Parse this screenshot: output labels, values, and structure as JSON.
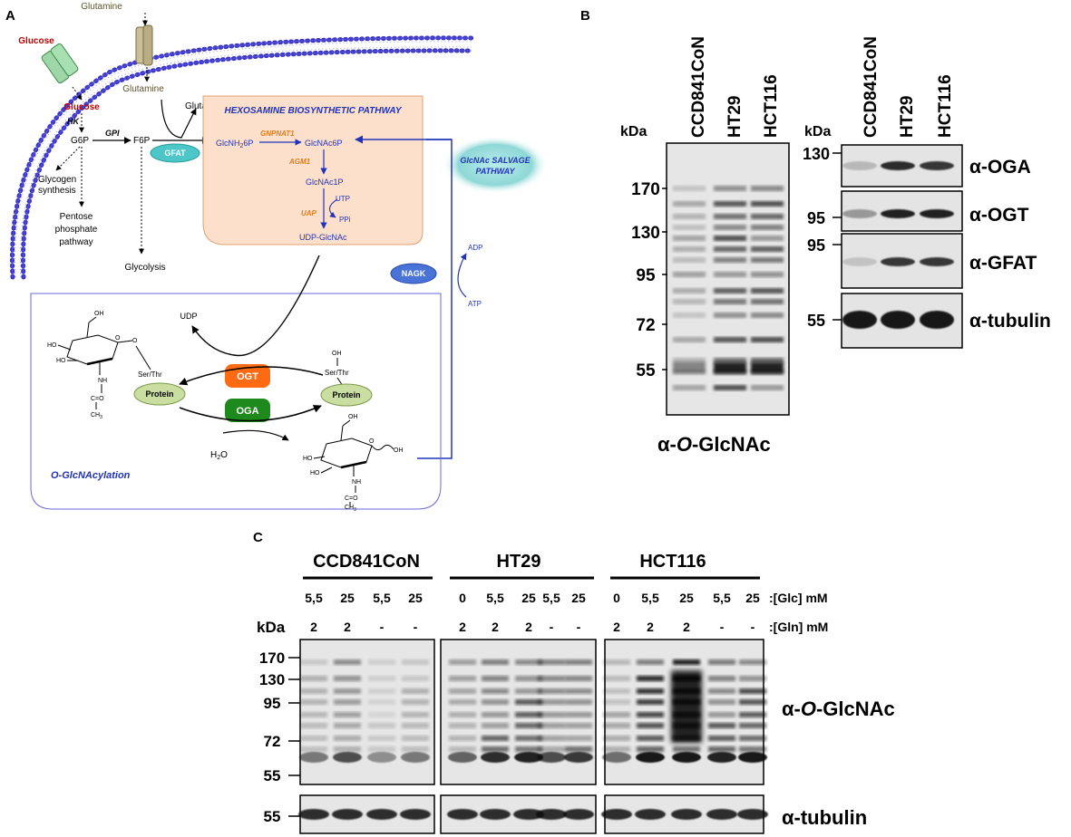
{
  "panel_a": {
    "label": "A",
    "membrane": {
      "glutamine_out": "Glutamine",
      "glucose_out": "Glucose",
      "glucose_in": "Glucose",
      "glutamine_in": "Glutamine"
    },
    "glycolysis": {
      "hk": "HK",
      "g6p": "G6P",
      "gpi": "GPI",
      "f6p": "F6P",
      "glutamate": "Glutamate",
      "gfat": "GFAT",
      "glycogen_1": "Glycogen",
      "glycogen_2": "synthesis",
      "pentose_1": "Pentose",
      "pentose_2": "phosphate",
      "pentose_3": "pathway",
      "glycolysis": "Glycolysis"
    },
    "hbp": {
      "title": "HEXOSAMINE BIOSYNTHETIC PATHWAY",
      "glcnh2_6p_a": "GlcNH",
      "glcnh2_6p_sub": "2",
      "glcnh2_6p_b": "6P",
      "gnpnat1": "GNPNAT1",
      "glcnac6p": "GlcNAc6P",
      "agm1": "AGM1",
      "glcnac1p": "GlcNAc1P",
      "utp": "UTP",
      "uap": "UAP",
      "ppi": "PPi",
      "udp_glcnac": "UDP-GlcNAc"
    },
    "salvage": {
      "line1": "GlcNAc SALVAGE",
      "line2": "PATHWAY",
      "adp": "ADP",
      "atp": "ATP",
      "nagk": "NAGK"
    },
    "cycle": {
      "udp": "UDP",
      "ogt": "OGT",
      "oga": "OGA",
      "protein": "Protein",
      "ser_thr": "Ser/Thr",
      "h2o_a": "H",
      "h2o_sub": "2",
      "h2o_b": "O",
      "title": "O-GlcNAcylation",
      "oh": "OH",
      "o": "O",
      "ho": "HO",
      "nh": "NH",
      "c_eq_o": "C=O",
      "ch3": "CH",
      "ch3_sub": "3"
    }
  },
  "panel_b": {
    "label": "B",
    "kda": "kDa",
    "lanes": [
      "CCD841CoN",
      "HT29",
      "HCT116"
    ],
    "left_markers": [
      "170",
      "130",
      "95",
      "72",
      "55"
    ],
    "left_blot_label_a": "α-",
    "left_blot_label_b": "O",
    "left_blot_label_c": "-GlcNAc",
    "right_blots": [
      {
        "marker": "130",
        "label": "α-OGA"
      },
      {
        "marker": "95",
        "label": "α-OGT"
      },
      {
        "marker": "95",
        "label": "α-GFAT"
      },
      {
        "marker": "55",
        "label": "α-tubulin"
      }
    ]
  },
  "panel_c": {
    "label": "C",
    "kda": "kDa",
    "groups": [
      "CCD841CoN",
      "HT29",
      "HCT116"
    ],
    "glc_values": [
      "5,5",
      "25",
      "5,5",
      "25",
      "0",
      "5,5",
      "25",
      "5,5",
      "25",
      "0",
      "5,5",
      "25",
      "5,5",
      "25"
    ],
    "gln_values": [
      "2",
      "2",
      "-",
      "-",
      "2",
      "2",
      "2",
      "-",
      "-",
      "2",
      "2",
      "2",
      "-",
      "-"
    ],
    "glc_label": ":[Glc] mM",
    "gln_label": ":[Gln] mM",
    "markers": [
      "170",
      "130",
      "95",
      "72",
      "55"
    ],
    "tubulin_marker": "55",
    "blot_label_a": "α-",
    "blot_label_b": "O",
    "blot_label_c": "-GlcNAc",
    "tubulin_label": "α-tubulin"
  },
  "colors": {
    "membrane": "#3a35c8",
    "pathway_blue": "#2233bb",
    "enzyme_orange": "#e07b1a",
    "glucose_red": "#c00000",
    "gfat_teal": "#4cc6c6",
    "ogt": "#ff6a13",
    "oga": "#1e8a1e",
    "protein": "#c9dea0",
    "hbp_box": "#fce0cc"
  }
}
